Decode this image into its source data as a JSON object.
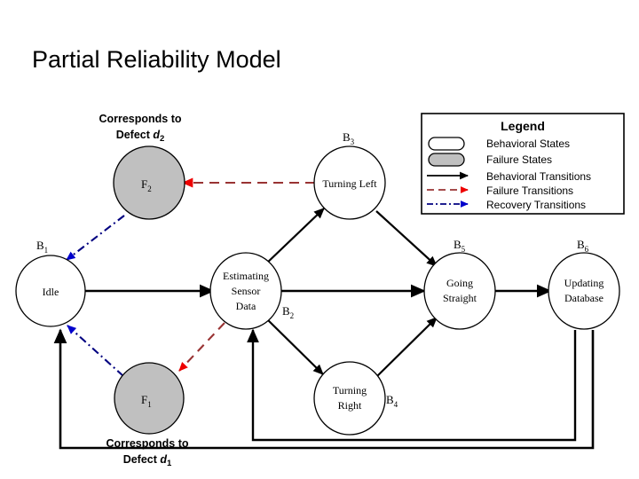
{
  "slide": {
    "title": "Partial Reliability Model",
    "background_color": "#ffffff"
  },
  "colors": {
    "behavioral_transition": "#000000",
    "failure_transition": "#993333",
    "failure_arrowhead": "#ee0000",
    "recovery_transition": "#000080",
    "recovery_arrowhead": "#0000cc",
    "failure_state_fill": "#c0c0c0",
    "behavioral_state_fill": "#ffffff",
    "outline": "#000000"
  },
  "diagram": {
    "nodes": [
      {
        "id": "B1",
        "tag": "B",
        "sub": "1",
        "label_lines": [
          "Idle"
        ],
        "kind": "behavioral"
      },
      {
        "id": "B2",
        "tag": "B",
        "sub": "2",
        "label_lines": [
          "Estimating",
          "Sensor",
          "Data"
        ],
        "kind": "behavioral"
      },
      {
        "id": "B3",
        "tag": "B",
        "sub": "3",
        "label_lines": [
          "Turning Left"
        ],
        "kind": "behavioral"
      },
      {
        "id": "B4",
        "tag": "B",
        "sub": "4",
        "label_lines": [
          "Turning",
          "Right"
        ],
        "kind": "behavioral"
      },
      {
        "id": "B5",
        "tag": "B",
        "sub": "5",
        "label_lines": [
          "Going",
          "Straight"
        ],
        "kind": "behavioral"
      },
      {
        "id": "B6",
        "tag": "B",
        "sub": "6",
        "label_lines": [
          "Updating",
          "Database"
        ],
        "kind": "behavioral"
      },
      {
        "id": "F1",
        "tag": "F",
        "sub": "1",
        "label_lines": [],
        "kind": "failure"
      },
      {
        "id": "F2",
        "tag": "F",
        "sub": "2",
        "label_lines": [],
        "kind": "failure"
      }
    ],
    "edges": [
      {
        "from": "B1",
        "to": "B2",
        "type": "behavioral"
      },
      {
        "from": "B2",
        "to": "B3",
        "type": "behavioral"
      },
      {
        "from": "B2",
        "to": "B4",
        "type": "behavioral"
      },
      {
        "from": "B2",
        "to": "B5",
        "type": "behavioral"
      },
      {
        "from": "B3",
        "to": "B5",
        "type": "behavioral"
      },
      {
        "from": "B4",
        "to": "B5",
        "type": "behavioral"
      },
      {
        "from": "B5",
        "to": "B6",
        "type": "behavioral"
      },
      {
        "from": "B6",
        "to": "B2",
        "type": "behavioral"
      },
      {
        "from": "B6",
        "to": "B1",
        "type": "behavioral"
      },
      {
        "from": "B3",
        "to": "F2",
        "type": "failure"
      },
      {
        "from": "B2",
        "to": "F1",
        "type": "failure"
      },
      {
        "from": "F2",
        "to": "B1",
        "type": "recovery"
      },
      {
        "from": "F1",
        "to": "B1",
        "type": "recovery"
      }
    ],
    "annotations": [
      {
        "id": "annot-d2",
        "line1": "Corresponds to",
        "line2_prefix": "Defect ",
        "line2_var": "d",
        "line2_sub": "2"
      },
      {
        "id": "annot-d1",
        "line1": "Corresponds to",
        "line2_prefix": "Defect ",
        "line2_var": "d",
        "line2_sub": "1"
      }
    ]
  },
  "legend": {
    "title": "Legend",
    "items": [
      {
        "swatch": "rounded-rect-white",
        "label": "Behavioral States"
      },
      {
        "swatch": "rounded-rect-gray",
        "label": "Failure States"
      },
      {
        "swatch": "solid-arrow-black",
        "label": "Behavioral Transitions"
      },
      {
        "swatch": "dashed-arrow-red",
        "label": "Failure Transitions"
      },
      {
        "swatch": "dashdot-arrow-blue",
        "label": "Recovery Transitions"
      }
    ]
  }
}
